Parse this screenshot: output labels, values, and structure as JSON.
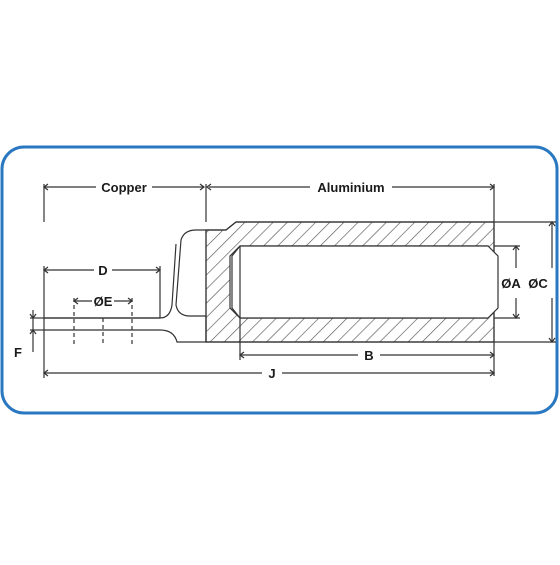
{
  "diagram": {
    "sections": {
      "copper": "Copper",
      "aluminium": "Aluminium"
    },
    "dimensions": {
      "d": "D",
      "e": "ØE",
      "f": "F",
      "a": "ØA",
      "c": "ØC",
      "b": "B",
      "j": "J"
    },
    "colors": {
      "frame_border": "#2a78c2",
      "line": "#333333",
      "hatch": "#555555"
    }
  }
}
